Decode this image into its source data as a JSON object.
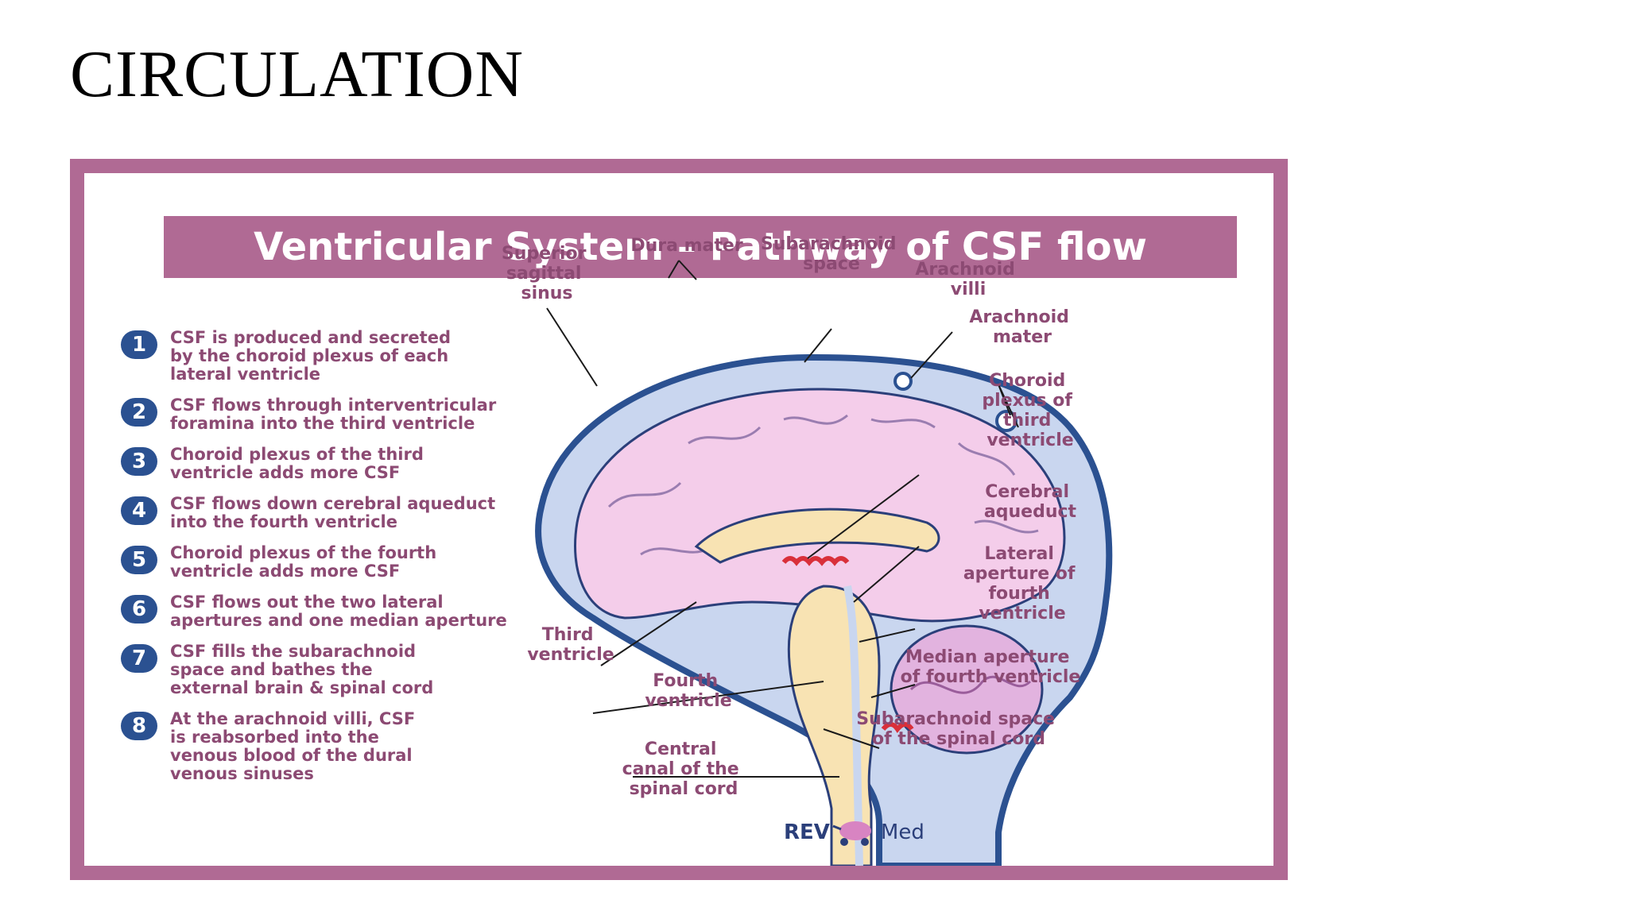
{
  "slide": {
    "title": "CIRCULATION"
  },
  "infographic": {
    "banner_title": "Ventricular System – Pathway of CSF flow",
    "steps": [
      {
        "num": "1",
        "lines": [
          "CSF is produced and secreted",
          "by the choroid plexus of each",
          "lateral ventricle"
        ]
      },
      {
        "num": "2",
        "lines": [
          "CSF flows through interventricular",
          "foramina into the third ventricle"
        ]
      },
      {
        "num": "3",
        "lines": [
          "Choroid plexus of the third",
          "ventricle adds more CSF"
        ]
      },
      {
        "num": "4",
        "lines": [
          "CSF flows down cerebral aqueduct",
          "into the fourth ventricle"
        ]
      },
      {
        "num": "5",
        "lines": [
          "Choroid plexus of the fourth",
          "ventricle adds more CSF"
        ]
      },
      {
        "num": "6",
        "lines": [
          "CSF flows out the two lateral",
          "apertures and one median aperture"
        ]
      },
      {
        "num": "7",
        "lines": [
          "CSF fills the subarachnoid",
          "space and bathes the",
          "external brain & spinal cord"
        ]
      },
      {
        "num": "8",
        "lines": [
          "At the arachnoid villi, CSF",
          "is reabsorbed into the",
          "venous blood of the dural",
          "venous sinuses"
        ]
      }
    ],
    "labels": {
      "superior_sagittal_sinus": [
        "Superior",
        "sagittal",
        "sinus"
      ],
      "dura_mater": [
        "Dura mater"
      ],
      "subarachnoid_space": [
        "Subarachnoid",
        "space"
      ],
      "arachnoid_villi": [
        "Arachnoid",
        "villi"
      ],
      "arachnoid_mater": [
        "Arachnoid",
        "mater"
      ],
      "choroid_plexus_third": [
        "Choroid",
        "plexus of",
        "third",
        "ventricle"
      ],
      "cerebral_aqueduct": [
        "Cerebral",
        "aqueduct"
      ],
      "lateral_aperture": [
        "Lateral",
        "aperture of",
        "fourth",
        "ventricle"
      ],
      "median_aperture": [
        "Median aperture",
        "of fourth ventricle"
      ],
      "subarachnoid_spinal": [
        "Subarachnoid space",
        "of the spinal cord"
      ],
      "third_ventricle": [
        "Third",
        "ventricle"
      ],
      "fourth_ventricle": [
        "Fourth",
        "ventricle"
      ],
      "central_canal": [
        "Central",
        "canal of the",
        "spinal cord"
      ]
    },
    "logo": {
      "left": "REV",
      "right": "Med"
    },
    "colors": {
      "frame": "#b06a94",
      "text": "#8c4a73",
      "number_badge": "#2b5191",
      "dura_blue": "#2b5191",
      "csf_light_blue": "#c9d6ef",
      "brain_pink": "#f4cdea",
      "brainstem_yellow": "#f8e3b3",
      "choroid_red": "#d9303a"
    }
  }
}
